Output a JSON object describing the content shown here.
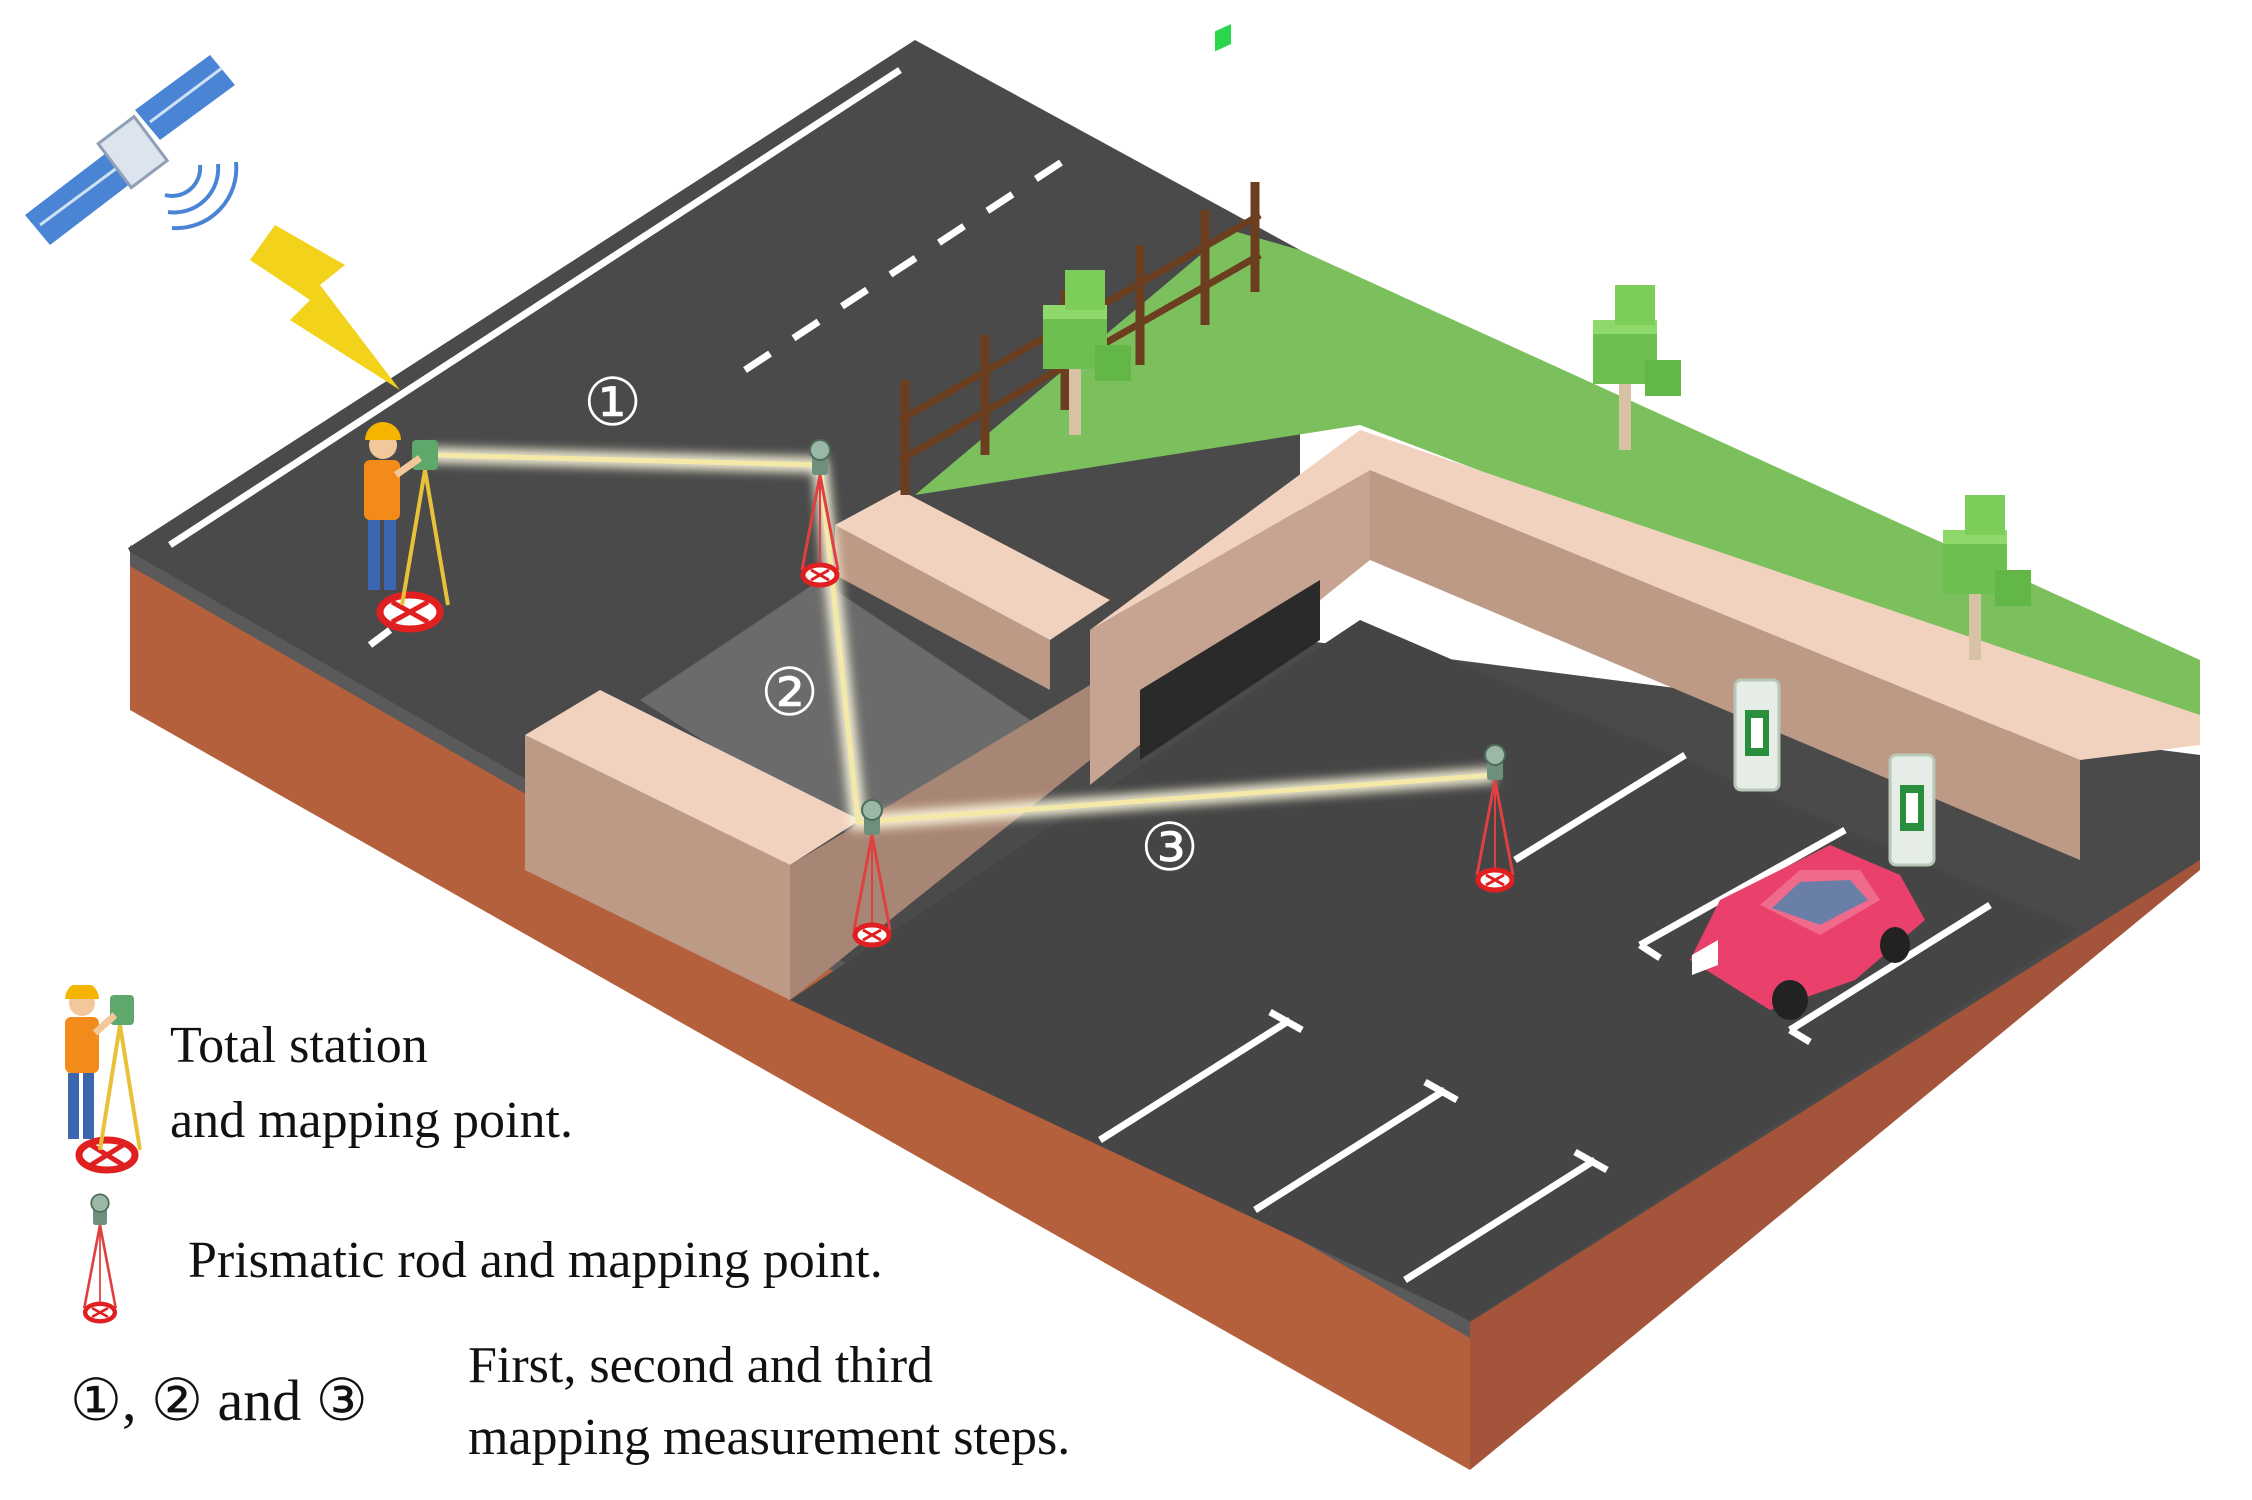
{
  "colors": {
    "road": "#4a4a4a",
    "soil": "#b5603d",
    "soil_dark": "#8f4a2f",
    "grass": "#7cc05e",
    "wall": "#bd9a86",
    "wall_top": "#f1d2bf",
    "line_marking": "#ffffff",
    "car": "#e9416b",
    "beam": "#f5f0c4",
    "target_red": "#e02020"
  },
  "icons": {
    "satellite": "satellite-icon",
    "signal": "lightning-bolt-icon",
    "surveyor": "surveyor-total-station-icon",
    "prism": "prismatic-rod-tripod-icon",
    "tree": "tree-icon",
    "fence": "fence-icon",
    "car": "car-icon",
    "charger": "charging-station-icon",
    "exit_sign": "exit-sign-icon"
  },
  "steps": {
    "one": "①",
    "two": "②",
    "three": "③"
  },
  "legend": {
    "total_station_line1": "Total station",
    "total_station_line2": "and mapping point.",
    "prism_label": "Prismatic rod and mapping point.",
    "steps_symbols": "①, ② and ③",
    "steps_line1": "First, second and third",
    "steps_line2": "mapping measurement steps."
  }
}
